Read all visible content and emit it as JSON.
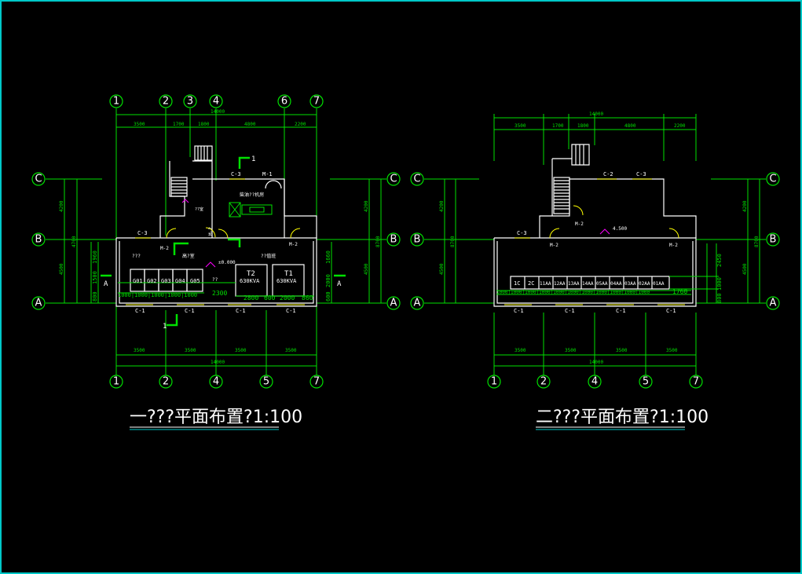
{
  "plan1": {
    "title": "一???平面布置?1:100",
    "grid_top": [
      "1",
      "2",
      "3",
      "4",
      "6",
      "7"
    ],
    "grid_bottom": [
      "1",
      "2",
      "4",
      "5",
      "7"
    ],
    "grid_rows": [
      "C",
      "B",
      "A"
    ],
    "overall_dim": "14000",
    "top_dims": [
      "3500",
      "1700",
      "1800",
      "4800",
      "2200"
    ],
    "bottom_dims": [
      "3500",
      "3500",
      "3500",
      "3500"
    ],
    "left_dims": [
      "4200",
      "4700",
      "4500"
    ],
    "right_dims": [
      "4200",
      "8700",
      "4500"
    ],
    "labels": {
      "c3a": "C-3",
      "c3b": "C-3",
      "m1": "M-1",
      "m2a": "M-2",
      "m2b": "M-2",
      "m2c": "M-2",
      "c1a": "C-1",
      "c1b": "C-1",
      "c1c": "C-1",
      "c1d": "C-1",
      "sec_top": "1",
      "sec_bottom": "1",
      "sec_a_left": "A",
      "sec_a_right": "A",
      "gen_room": "柴油??机房",
      "small_room": "??室",
      "room_a": "???",
      "room_b": "高?室",
      "room_c": "??",
      "room_d": "??值班",
      "elev": "±0.000",
      "cab1": "G01",
      "cab2": "G02",
      "cab3": "G03",
      "cab4": "G04",
      "cab5": "G05",
      "t2": "T2",
      "t2_cap": "630KVA",
      "t1": "T1",
      "t1_cap": "630KVA",
      "dim_2300": "2300",
      "dim_2800": "2800",
      "dim_600": "600",
      "dim_2000": "2000",
      "dim_860": "860",
      "dim_1960": "1960",
      "dim_1500": "1500",
      "dim_800": "800",
      "dim_1660": "1660",
      "dim_2000v": "2000",
      "dim_600v": "600",
      "dim_row": "1000|1000|1000|1000|1000"
    }
  },
  "plan2": {
    "title": "二???平面布置?1:100",
    "grid_bottom": [
      "1",
      "2",
      "4",
      "5",
      "7"
    ],
    "grid_rows": [
      "C",
      "B",
      "A"
    ],
    "overall_dim": "14000",
    "top_dims": [
      "3500",
      "1700",
      "1800",
      "4800",
      "2200"
    ],
    "bottom_dims": [
      "3500",
      "3500",
      "3500",
      "3500"
    ],
    "left_dims": [
      "4200",
      "8700",
      "4500"
    ],
    "right_dims": [
      "4200",
      "8700",
      "4500"
    ],
    "labels": {
      "c2": "C-2",
      "c3a": "C-3",
      "c3b": "C-3",
      "m2a": "M-2",
      "m2b": "M-2",
      "m2c": "M-2",
      "c1a": "C-1",
      "c1b": "C-1",
      "c1c": "C-1",
      "c1d": "C-1",
      "elev": "4.500",
      "dim_2450": "2450",
      "dim_1760": "1760",
      "dim_1000": "1000",
      "dim_800": "800",
      "panels": [
        "1C",
        "2C",
        "11AA",
        "12AA",
        "13AA",
        "14AA",
        "05AA",
        "04AA",
        "03AA",
        "02AA",
        "01AA"
      ],
      "dim_row": "1000|1000|1000|1000|1000|1000|1000|1000|1000|1000|1000"
    }
  }
}
